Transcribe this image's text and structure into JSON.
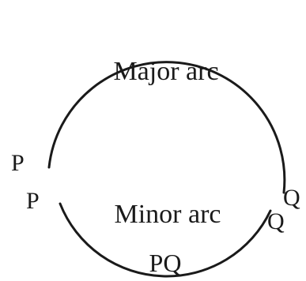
{
  "labels": {
    "major_arc": "Major arc",
    "minor_arc": "Minor arc",
    "p_outer": "P",
    "p_inner": "P",
    "q_outer": "Q",
    "q_inner": "Q",
    "pq": "PQ"
  },
  "colors": {
    "stroke": "#1a1a1a",
    "text": "#1a1a1a",
    "background": "#ffffff"
  }
}
